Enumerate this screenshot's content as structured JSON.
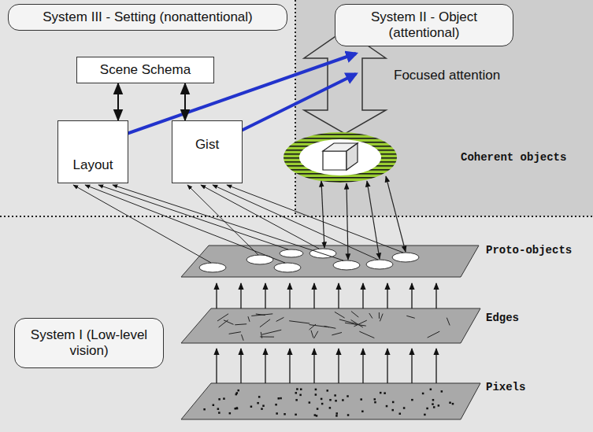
{
  "diagram": {
    "nodes": [
      {
        "text": [
          "System III - Setting (nonattentional)"
        ]
      },
      {
        "text": [
          "System II - Object (attentional)"
        ]
      },
      {
        "text": [
          "Scene Schema"
        ]
      },
      {
        "text": [
          "Layout"
        ]
      },
      {
        "text": [
          "Gist"
        ]
      },
      {
        "text": [
          "System I (Low-level vision)"
        ]
      }
    ],
    "edges": [
      {
        "from": 2,
        "to": 3,
        "arrow": "both"
      },
      {
        "from": 2,
        "to": 4,
        "arrow": "both"
      }
    ],
    "labels": [
      "Focused attention",
      "Coherent objects",
      "Proto-objects",
      "Edges",
      "Pixels"
    ]
  }
}
